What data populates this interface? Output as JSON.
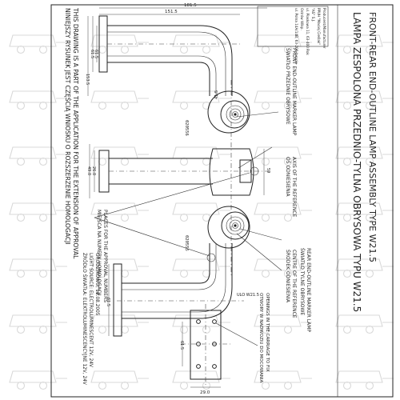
{
  "title": {
    "main_pl": "LAMPA ZESPOLONA PRZEDNIO-TYLNA OBRYSOWA TYPU W21.5",
    "main_en": "FRONT-REAR END-OUTLINE LAMP ASSEMBLY TYPE W21.5"
  },
  "manufacturer": {
    "line1": "Producent/Manufacturer",
    "line2": "PPUH \"Maciej Cieślak\"",
    "line3": "\"AS\" S.J.",
    "line4": "ul. Piaskowa 11, 63-400 Rok",
    "line5": "Ostrów Wlkp.",
    "line6": "ul. Polna 14A/14B, 63-200 Jarocin"
  },
  "notes": {
    "homologation_pl": "NINIEJSZY RYSUNEK JEST CZĘŚCIĄ WNIOSKU O ROZSZERZENIE HOMOLOGACJI",
    "homologation_en": "THIS DRAWING IS A PART OF THE APPLICATION FOR THE EXTENSION OF APPROVAL"
  },
  "labels": {
    "front_marker_pl": "ŚWIATŁO PRZEDNIE OBRYSOWE",
    "front_marker_en": "FRONT END-OUTLINE MARKER LAMP",
    "axis_pl": "OŚ ODNIESIENIA",
    "axis_en": "AXIS OF THE REFERENCE",
    "rear_marker_pl": "ŚWIATŁO TYLNE OBRYSOWE",
    "rear_marker_en": "REAR END-OUTLINE MARKER LAMP",
    "centre_pl": "ŚRODEK ODNIESIENIA",
    "centre_en": "CENTRE OF THE REFERENCE",
    "approval_pl": "MIEJSCA NA NUMERY HOMOLOGACJI",
    "approval_en": "PLACES FOR THE APPROVAL NUMBERS",
    "holes_pl": "OTWORY W NADWOZIU DO MOCOWANIA",
    "holes_en": "OPENINGS IN THE CARRIAGE TO FIX",
    "source_pl": "ŹRÓDŁO ŚWIATŁA: ELEKTROLUMINESCENCYJNE 12V, 24V",
    "source_en": "LIGHT SOURCE: ELECTROLUMINESCENT 12V, 24V",
    "date": "GRODZIKOWO, 18.08.2005"
  },
  "part_numbers": {
    "upper": "020556",
    "lower": "020555"
  },
  "lamp_marks": {
    "ulo": "ULO W21.5"
  },
  "dimensions": {
    "overall_width": "181.5",
    "arm_length": "151.5",
    "arm_height_1": "61.5",
    "arm_height_2": "61.5",
    "arm_height_3": "61.5",
    "flange_depth": "153.5",
    "bend_radius": "41.5",
    "base_width_1": "26.0",
    "base_width_2": "49.0",
    "mount_spacing": "59",
    "hole_spacing": "61.5",
    "base_bottom": "29.0"
  },
  "watermark": {
    "icon": "trailer-icon",
    "color": "#d9d9d9"
  }
}
